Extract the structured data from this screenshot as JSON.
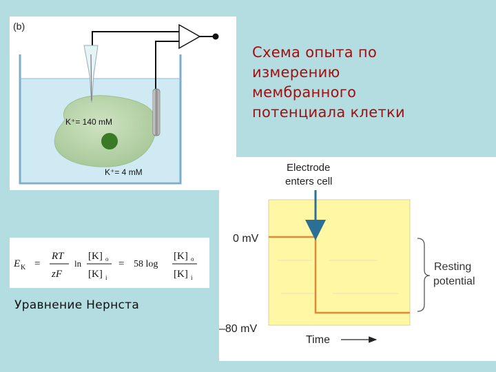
{
  "slide": {
    "title_lines": [
      "Схема опыта по",
      "измерению",
      "мембранного",
      "потенциала клетки"
    ],
    "caption": "Уравнение Нернста"
  },
  "diagram": {
    "panel_label": "(b)",
    "k_inside": "K⁺= 140 mM",
    "k_outside": "K⁺= 4 mM"
  },
  "equation": {
    "lhs": "E",
    "lhs_sub": "K",
    "eq1": "=",
    "rt": "RT",
    "zf": "zF",
    "ln": "ln",
    "k": "[K]",
    "sub_o": "o",
    "sub_i": "i",
    "eq2": "=",
    "coef": "58 log"
  },
  "trace": {
    "arrow_label_1": "Electrode",
    "arrow_label_2": "enters cell",
    "zero_label": "0 mV",
    "neg_label": "–80 mV",
    "x_label": "Time",
    "bracket_label_1": "Resting",
    "bracket_label_2": "potential"
  },
  "colors": {
    "title": "#a01010",
    "background": "#b3dde0",
    "water": "#cfeaf2",
    "cell": "#b9d6a9",
    "nucleus": "#3a7a24",
    "trace_bg": "#fff7a3",
    "trace_line": "#e0893a",
    "arrow": "#2a6f96"
  }
}
